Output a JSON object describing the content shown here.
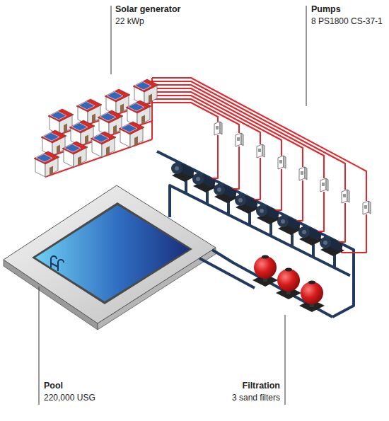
{
  "diagram": {
    "labels": [
      "Solar generator",
      "22 kWp",
      "Pumps",
      "8 PS1800 CS-37-1",
      "Pool",
      "220,000 USG",
      "Filtration",
      "3 sand filters"
    ]
  }
}
